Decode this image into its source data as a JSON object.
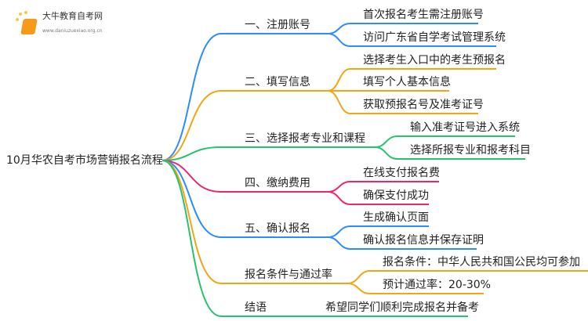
{
  "logo": {
    "name": "大牛教育自考网",
    "url": "www.daniuzuexiao.org.cn"
  },
  "root": "10月华农自考市场营销报名流程",
  "branches": [
    {
      "label": "一、注册账号",
      "color": "#2b8cff",
      "children": [
        "首次报名考生需注册账号",
        "访问广东省自学考试管理系统"
      ]
    },
    {
      "label": "二、填写信息",
      "color": "#f2a516",
      "children": [
        "选择考生入口中的考生预报名",
        "填写个人基本信息",
        "获取预报名号及准考证号"
      ]
    },
    {
      "label": "三、选择报考专业和课程",
      "color": "#27c26c",
      "children": [
        "输入准考证号进入系统",
        "选择所报专业和报考科目"
      ]
    },
    {
      "label": "四、缴纳费用",
      "color": "#f0246e",
      "children": [
        "在线支付报名费",
        "确保支付成功"
      ]
    },
    {
      "label": "五、确认报名",
      "color": "#2b8cff",
      "children": [
        "生成确认页面",
        "确认报名信息并保存证明"
      ]
    },
    {
      "label": "报名条件与通过率",
      "color": "#f2a516",
      "children": [
        "报名条件：中华人民共和国公民均可参加",
        "预计通过率：20-30%"
      ]
    },
    {
      "label": "结语",
      "color": "#27c26c",
      "children": [
        "希望同学们顺利完成报名并备考"
      ]
    }
  ]
}
